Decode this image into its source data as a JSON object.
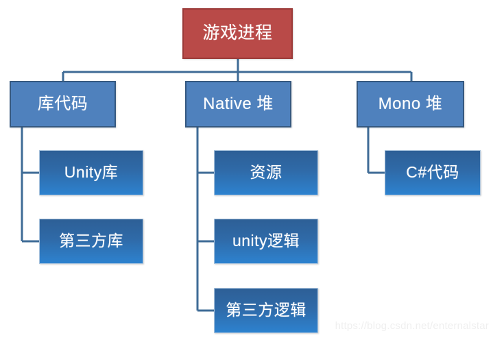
{
  "diagram": {
    "type": "hierarchy-tree",
    "title": "游戏进程",
    "watermark": "https://blog.csdn.net/enternalstar",
    "colors": {
      "root_fill": "#b94a48",
      "root_border": "#9b3b39",
      "branch_fill": "#4f81bd",
      "branch_border": "#35587f",
      "leaf_gradient_top": "#2d5f96",
      "leaf_gradient_bottom": "#2d82cf",
      "leaf_border": "#a9c3dd",
      "connector": "#3e6b96",
      "text": "#ffffff",
      "background": "#ffffff",
      "watermark_text": "#efefef"
    },
    "root": {
      "label": "游戏进程",
      "level": 0
    },
    "branches": [
      {
        "label": "库代码",
        "level": 1,
        "column": "left",
        "children": [
          {
            "label": "Unity库",
            "level": 2
          },
          {
            "label": "第三方库",
            "level": 2
          }
        ]
      },
      {
        "label": "Native 堆",
        "level": 1,
        "column": "center",
        "children": [
          {
            "label": "资源",
            "level": 2
          },
          {
            "label": "unity逻辑",
            "level": 2
          },
          {
            "label": "第三方逻辑",
            "level": 2
          }
        ]
      },
      {
        "label": "Mono 堆",
        "level": 1,
        "column": "right",
        "children": [
          {
            "label": "C#代码",
            "level": 2
          }
        ]
      }
    ]
  }
}
